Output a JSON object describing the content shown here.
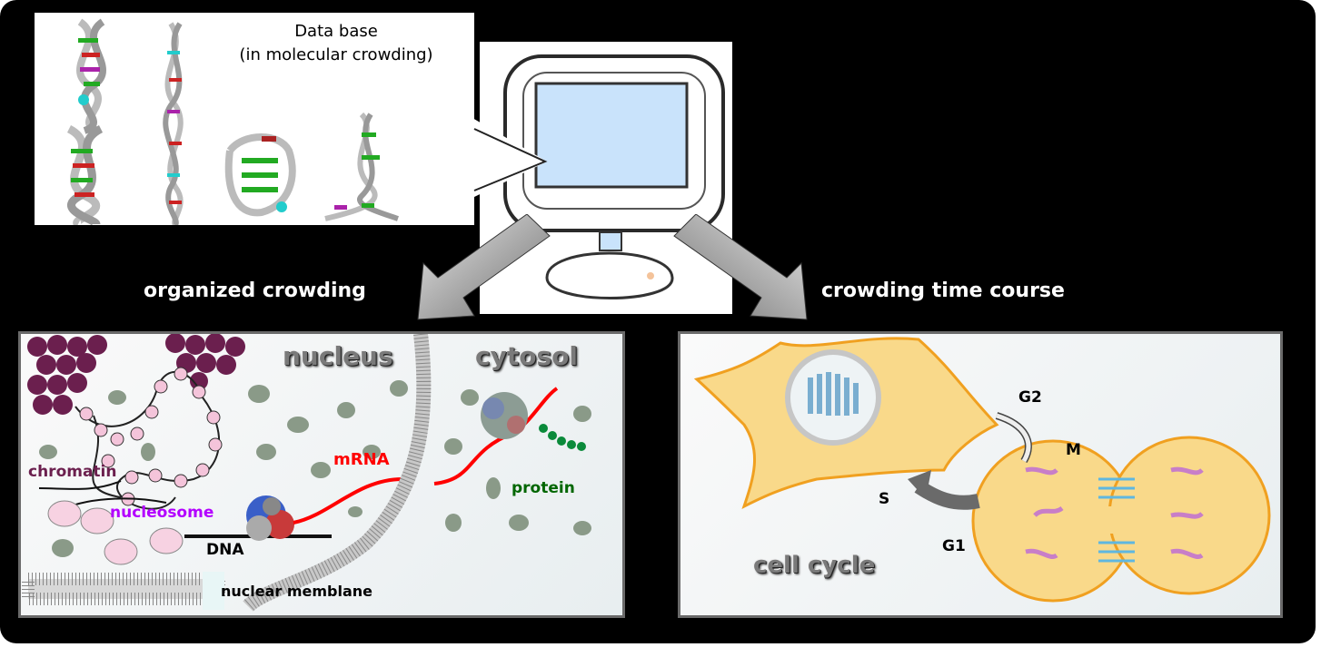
{
  "database": {
    "line1": "Data base",
    "line2": "(in molecular crowding)"
  },
  "headings": {
    "left": "organized crowding",
    "right": "crowding time course"
  },
  "nucleus_panel": {
    "nucleus": "nucleus",
    "cytosol": "cytosol",
    "mrna": "mRNA",
    "chromatin": "chromatin",
    "nucleosome": "nucleosome",
    "protein": "protein",
    "dna": "DNA",
    "membrane": "nuclear memblane"
  },
  "cell_cycle_panel": {
    "g2": "G2",
    "m": "M",
    "s": "S",
    "g1": "G1",
    "title": "cell cycle"
  },
  "colors": {
    "background": "#000000",
    "panel_border": "#6a6a6a",
    "chromatin": "#6b1f4e",
    "nucleosome_text": "#b300ff",
    "mrna": "#ff0000",
    "protein_text": "#006600",
    "cell_fill": "#f9d98a",
    "cell_border": "#f0a020",
    "screen": "#c9e3fb"
  }
}
